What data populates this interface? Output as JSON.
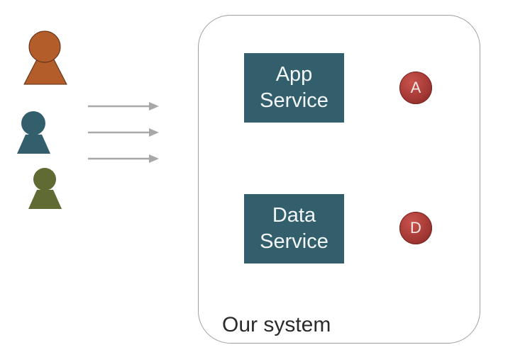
{
  "system": {
    "label": "Our system"
  },
  "services": [
    {
      "line1": "App",
      "line2": "Service",
      "badge": "A"
    },
    {
      "line1": "Data",
      "line2": "Service",
      "badge": "D"
    }
  ],
  "users": [
    {
      "icon": "user-icon",
      "color": "#b35d2a"
    },
    {
      "icon": "user-icon",
      "color": "#325f6b"
    },
    {
      "icon": "user-icon",
      "color": "#5f6b33"
    }
  ],
  "colors": {
    "service_fill": "#325f6b",
    "badge_fill": "#a63a36",
    "arrow": "#a8a8a8",
    "system_border": "#9e9e9e"
  }
}
